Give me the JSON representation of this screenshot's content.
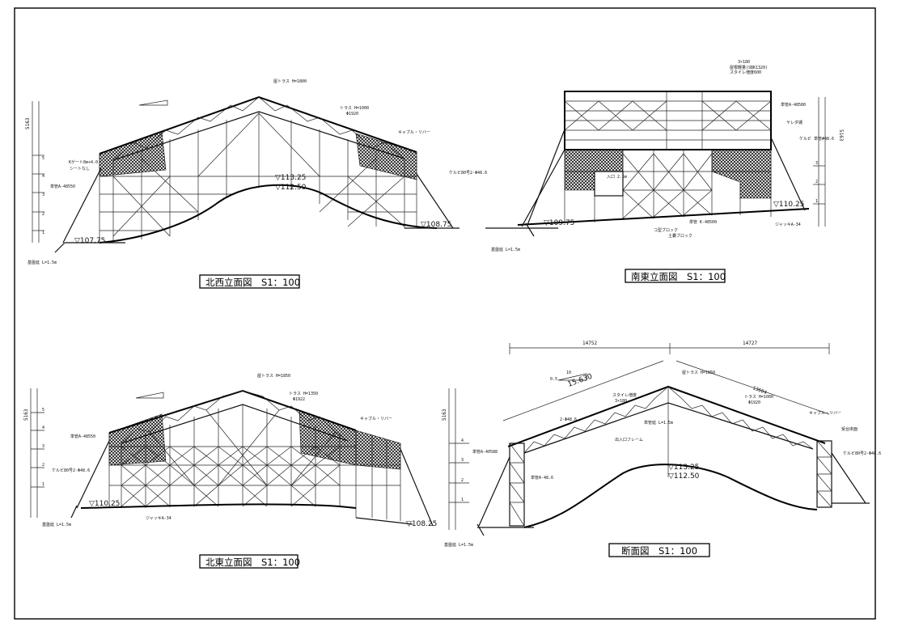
{
  "sheet": {
    "header_note": "",
    "footer_note": ""
  },
  "views": {
    "nw": {
      "title": "北西立面図　S1：100",
      "levels": [
        "▽113.25",
        "▽112.50",
        "▽108.75",
        "▽107.75"
      ],
      "labels": [
        "屋トラス H=1800",
        "トラス H=1000",
        "Φ1920",
        "キャブル・リバー",
        "Kゲート8m+4.0",
        "シートなし",
        "単管A-48550",
        "ケルビ80号2-Φ48.6"
      ],
      "ground_label": "基盤延 L=1.5m",
      "tiers": [
        "5",
        "4",
        "3",
        "2",
        "1"
      ],
      "height_total": "5163"
    },
    "se": {
      "title": "南東立面図　S1：100",
      "levels": [
        "▽110.25",
        "▽109.75"
      ],
      "labels": [
        "3×180",
        "屋根軽量(SBK1320)",
        "スタイレ増度600",
        "単管A-48580",
        "ヤレダ縄",
        "ケルビ 単管#48.6",
        "入口 2.5m",
        "単管 K-48500",
        "コ型ブロック",
        "土嚢ブロック",
        "ジャッキA-34"
      ],
      "ground_label": "基盤延 L=1.5m",
      "tiers": [
        "3",
        "2",
        "1"
      ],
      "height_total": "5163"
    },
    "ne": {
      "title": "北東立面図　S1：100",
      "levels": [
        "▽110.25",
        "▽108.25"
      ],
      "labels": [
        "屋トラス H=1850",
        "トラス H=1350",
        "Φ1922",
        "キャブル・リバー",
        "単管A-48550",
        "ケルビ80号2-Φ48.6",
        "ジャッキA-34"
      ],
      "ground_label": "基盤延 L=1.5m",
      "tiers": [
        "5",
        "4",
        "3",
        "2",
        "1"
      ],
      "height_total": "5163"
    },
    "sec": {
      "title": "断面図　S1：100",
      "levels": [
        "▽113.25",
        "▽112.50"
      ],
      "dims": [
        "14752",
        "14727",
        "15.630",
        "13604"
      ],
      "labels": [
        "屋トラス H=1850",
        "スタイレ増度",
        "3×180",
        "トラス H=1000",
        "Φ1920",
        "2-Φ48.6",
        "キャブル・リバー",
        "単管A-40588",
        "単管A-48.6",
        "出入口フレーム",
        "単管延 L=1.5m",
        "ケルビ80号2-Φ48.6",
        "受台床面"
      ],
      "ground_label": "基盤延 L=1.5m",
      "tiers": [
        "4",
        "3",
        "2",
        "1"
      ],
      "height_total": "5163",
      "slope": [
        "10",
        "0.5"
      ]
    }
  }
}
